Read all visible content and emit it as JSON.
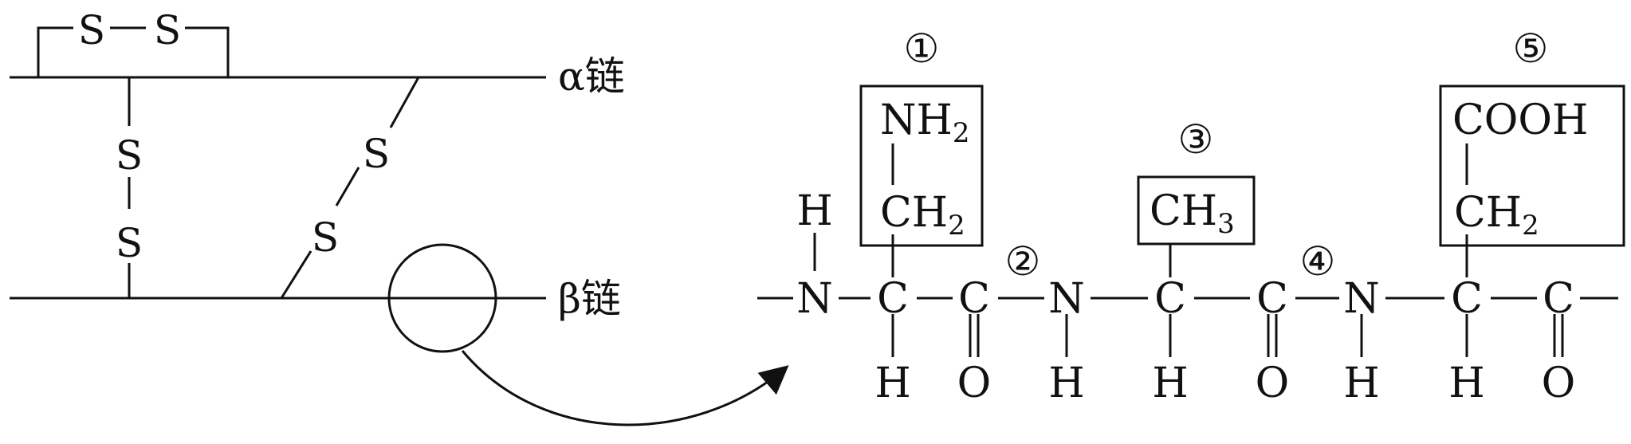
{
  "left": {
    "sulfur_symbol": "S",
    "chain_alpha": "α链",
    "chain_beta": "β链"
  },
  "right": {
    "atoms": {
      "N": "N",
      "C": "C",
      "H": "H",
      "O": "O",
      "NH2_base": "NH",
      "CH2_base": "CH",
      "CH3_base": "CH",
      "COOH": "COOH",
      "sub2": "2",
      "sub3": "3"
    },
    "markers": [
      "①",
      "②",
      "③",
      "④",
      "⑤"
    ]
  }
}
